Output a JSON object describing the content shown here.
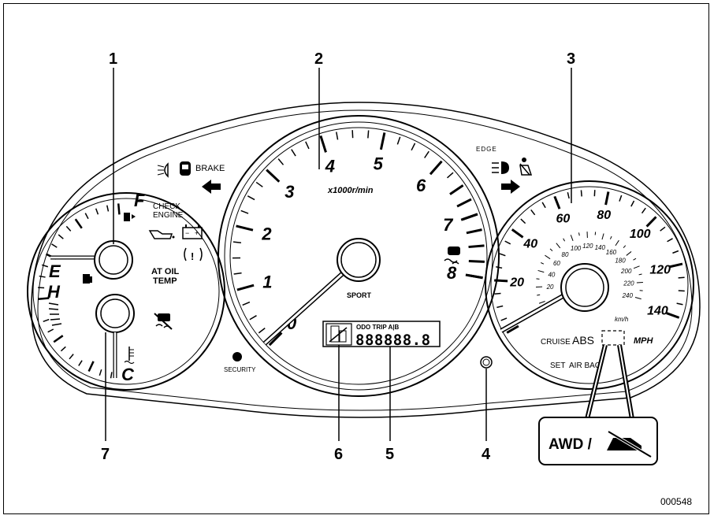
{
  "figure_id": "000548",
  "callouts": [
    "1",
    "2",
    "3",
    "4",
    "5",
    "6",
    "7"
  ],
  "left_gauge": {
    "fuel_full": "F",
    "fuel_empty": "E",
    "temp_hot": "H",
    "temp_cold": "C",
    "check_engine": "CHECK\nENGINE",
    "at_oil_temp": "AT OIL\nTEMP"
  },
  "tachometer": {
    "ticks": [
      "0",
      "1",
      "2",
      "3",
      "4",
      "5",
      "6",
      "7",
      "8"
    ],
    "unit": "x1000r/min",
    "sport_label": "SPORT",
    "brake_label": "BRAKE",
    "security_label": "SECURITY",
    "odo_label": "ODO TRIP A|B",
    "odo_digits": "888888.8"
  },
  "speedometer": {
    "mph_ticks": [
      "20",
      "40",
      "60",
      "80",
      "100",
      "120",
      "140"
    ],
    "kmh_ticks": [
      "20",
      "40",
      "60",
      "80",
      "100",
      "120",
      "140",
      "160",
      "180",
      "200",
      "220",
      "240"
    ],
    "kmh_unit": "km/h",
    "mph_unit": "MPH",
    "cruise_label": "CRUISE",
    "abs_label": "ABS",
    "set_label": "SET",
    "airbag_label": "AIR BAG",
    "edge_label": "EDGE"
  },
  "awd_label": "AWD /",
  "icons": [
    "fog-light-icon",
    "door-open-icon",
    "left-turn-arrow-icon",
    "right-turn-arrow-icon",
    "high-beam-icon",
    "seatbelt-icon",
    "fuel-pump-icon",
    "oil-can-icon",
    "battery-icon",
    "tire-pressure-icon",
    "skid-control-icon",
    "skid-off-icon",
    "coolant-icon",
    "awd-warning-icon"
  ]
}
